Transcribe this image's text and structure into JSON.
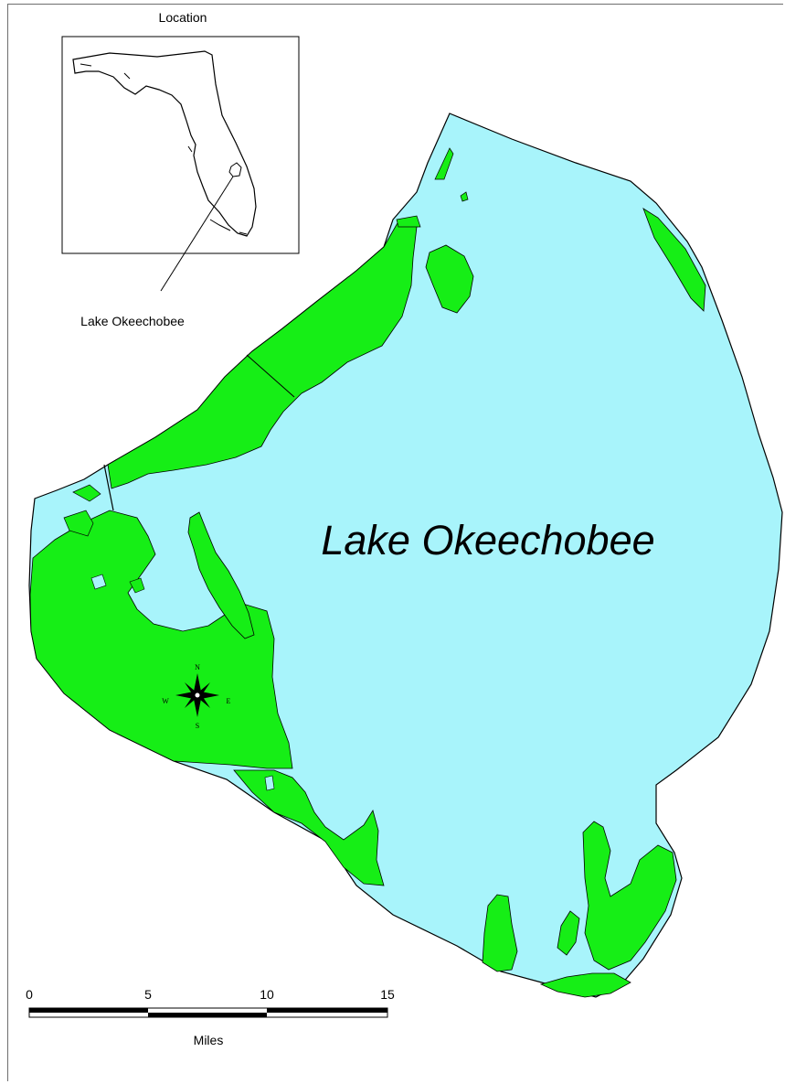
{
  "map": {
    "title": "Lake Okeechobee",
    "inset_title": "Location",
    "inset_label": "Lake Okeechobee",
    "colors": {
      "water": "#a8f4fb",
      "vegetation": "#16ee16",
      "outline": "#000000"
    },
    "compass": {
      "north": "N",
      "south": "S",
      "east": "E",
      "west": "W"
    },
    "scale_bar": {
      "ticks": [
        "0",
        "5",
        "10",
        "15"
      ],
      "unit": "Miles"
    }
  }
}
